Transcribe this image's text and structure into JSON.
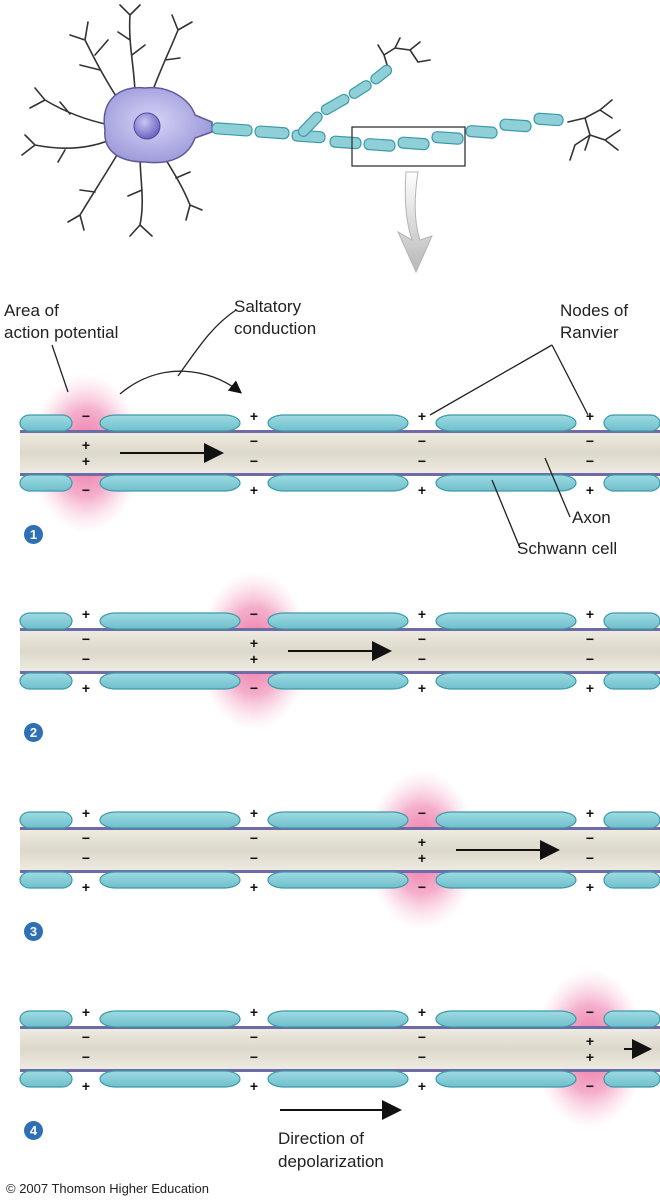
{
  "labels": {
    "area_line1": "Area of",
    "area_line2": "action potential",
    "saltatory_line1": "Saltatory",
    "saltatory_line2": "conduction",
    "nodes_line1": "Nodes of",
    "nodes_line2": "Ranvier",
    "axon": "Axon",
    "schwann": "Schwann cell",
    "direction_line1": "Direction of",
    "direction_line2": "depolarization"
  },
  "steps": [
    {
      "number": "1",
      "active_node": 0
    },
    {
      "number": "2",
      "active_node": 1
    },
    {
      "number": "3",
      "active_node": 2
    },
    {
      "number": "4",
      "active_node": 3
    }
  ],
  "signs": {
    "plus": "+",
    "minus": "−"
  },
  "colors": {
    "myelin": "#8fd0d8",
    "myelin_edge": "#3d9aa8",
    "axon": "#e4e1d4",
    "membrane": "#6f6aa8",
    "action_potential": "#ec5c95",
    "cell_body": "#a9a6e0",
    "nucleus": "#7a74c8",
    "badge": "#2f6fb5"
  },
  "copyright": "© 2007 Thomson Higher Education"
}
